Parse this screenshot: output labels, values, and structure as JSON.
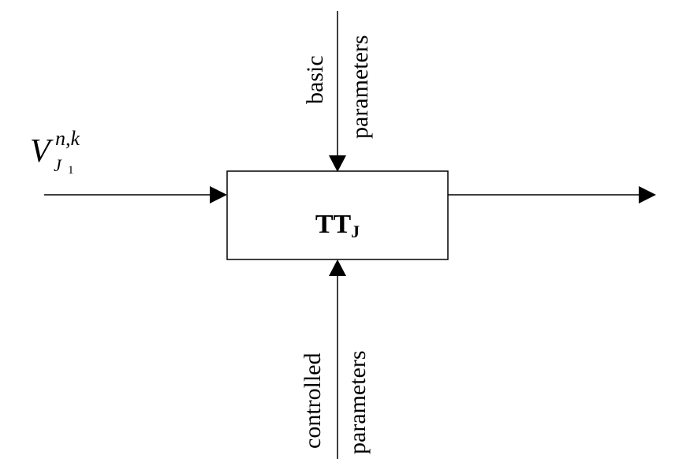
{
  "diagram": {
    "process_block": {
      "label": "TT",
      "label_subscript": "J"
    },
    "input_variable": {
      "base": "V",
      "superscript": "n,k",
      "subscript": "J",
      "subscript_index": "1"
    },
    "top_input": {
      "line1": "basic",
      "line2": "parameters"
    },
    "bottom_input": {
      "line1": "controlled",
      "line2": "parameters"
    },
    "colors": {
      "stroke": "#000000",
      "background": "#ffffff"
    }
  }
}
